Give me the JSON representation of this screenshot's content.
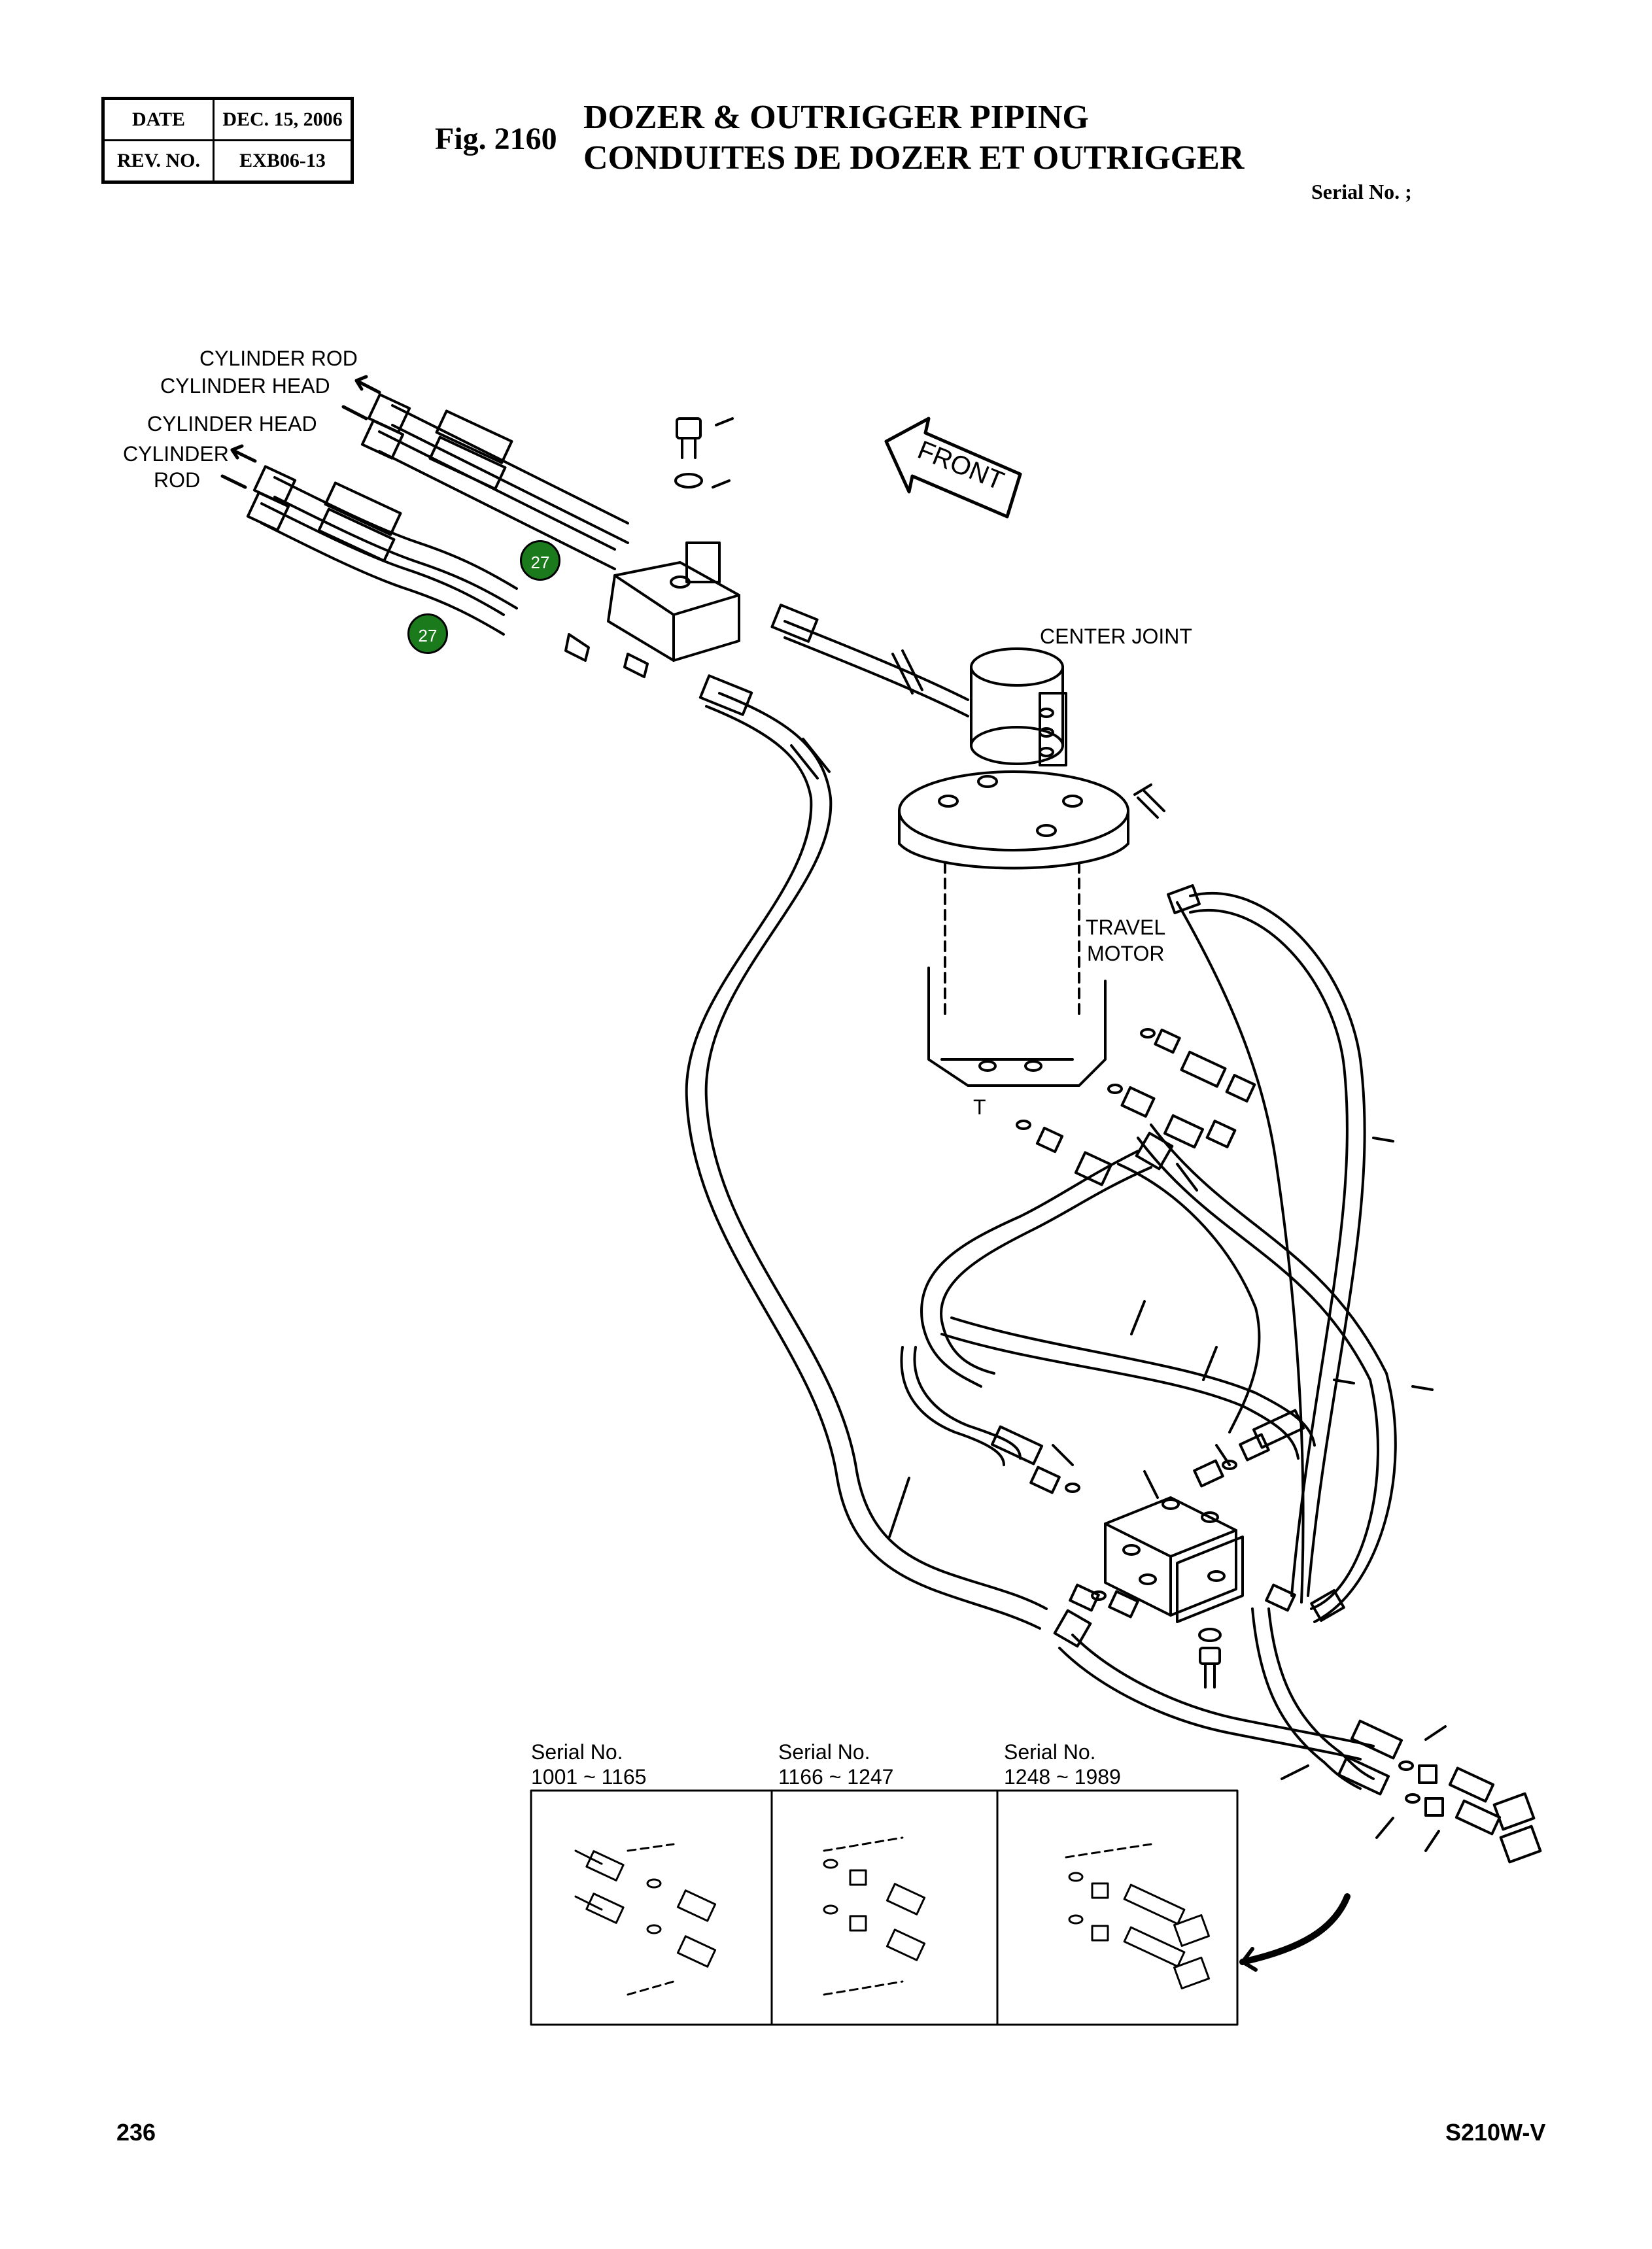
{
  "header": {
    "date_label": "DATE",
    "date_value": "DEC. 15, 2006",
    "rev_label": "REV. NO.",
    "rev_value": "EXB06-13",
    "fig_number": "Fig. 2160",
    "title_en": "DOZER & OUTRIGGER PIPING",
    "title_fr": "CONDUITES DE DOZER ET OUTRIGGER",
    "serial": "Serial No. ;"
  },
  "labels": {
    "cylinder_rod_1": "CYLINDER ROD",
    "cylinder_head_1": "CYLINDER HEAD",
    "cylinder_head_2": "CYLINDER HEAD",
    "cylinder_rod_2_line1": "CYLINDER",
    "cylinder_rod_2_line2": "ROD",
    "front": "FRONT",
    "center_joint": "CENTER JOINT",
    "travel_motor_line1": "TRAVEL",
    "travel_motor_line2": "MOTOR",
    "t_port": "T"
  },
  "callouts": [
    "27",
    "27"
  ],
  "inset": {
    "panels": [
      {
        "label": "Serial No.",
        "range": "1001 ~ 1165"
      },
      {
        "label": "Serial No.",
        "range": "1166 ~ 1247"
      },
      {
        "label": "Serial No.",
        "range": "1248 ~ 1989"
      }
    ]
  },
  "footer": {
    "page_number": "236",
    "model": "S210W-V"
  }
}
